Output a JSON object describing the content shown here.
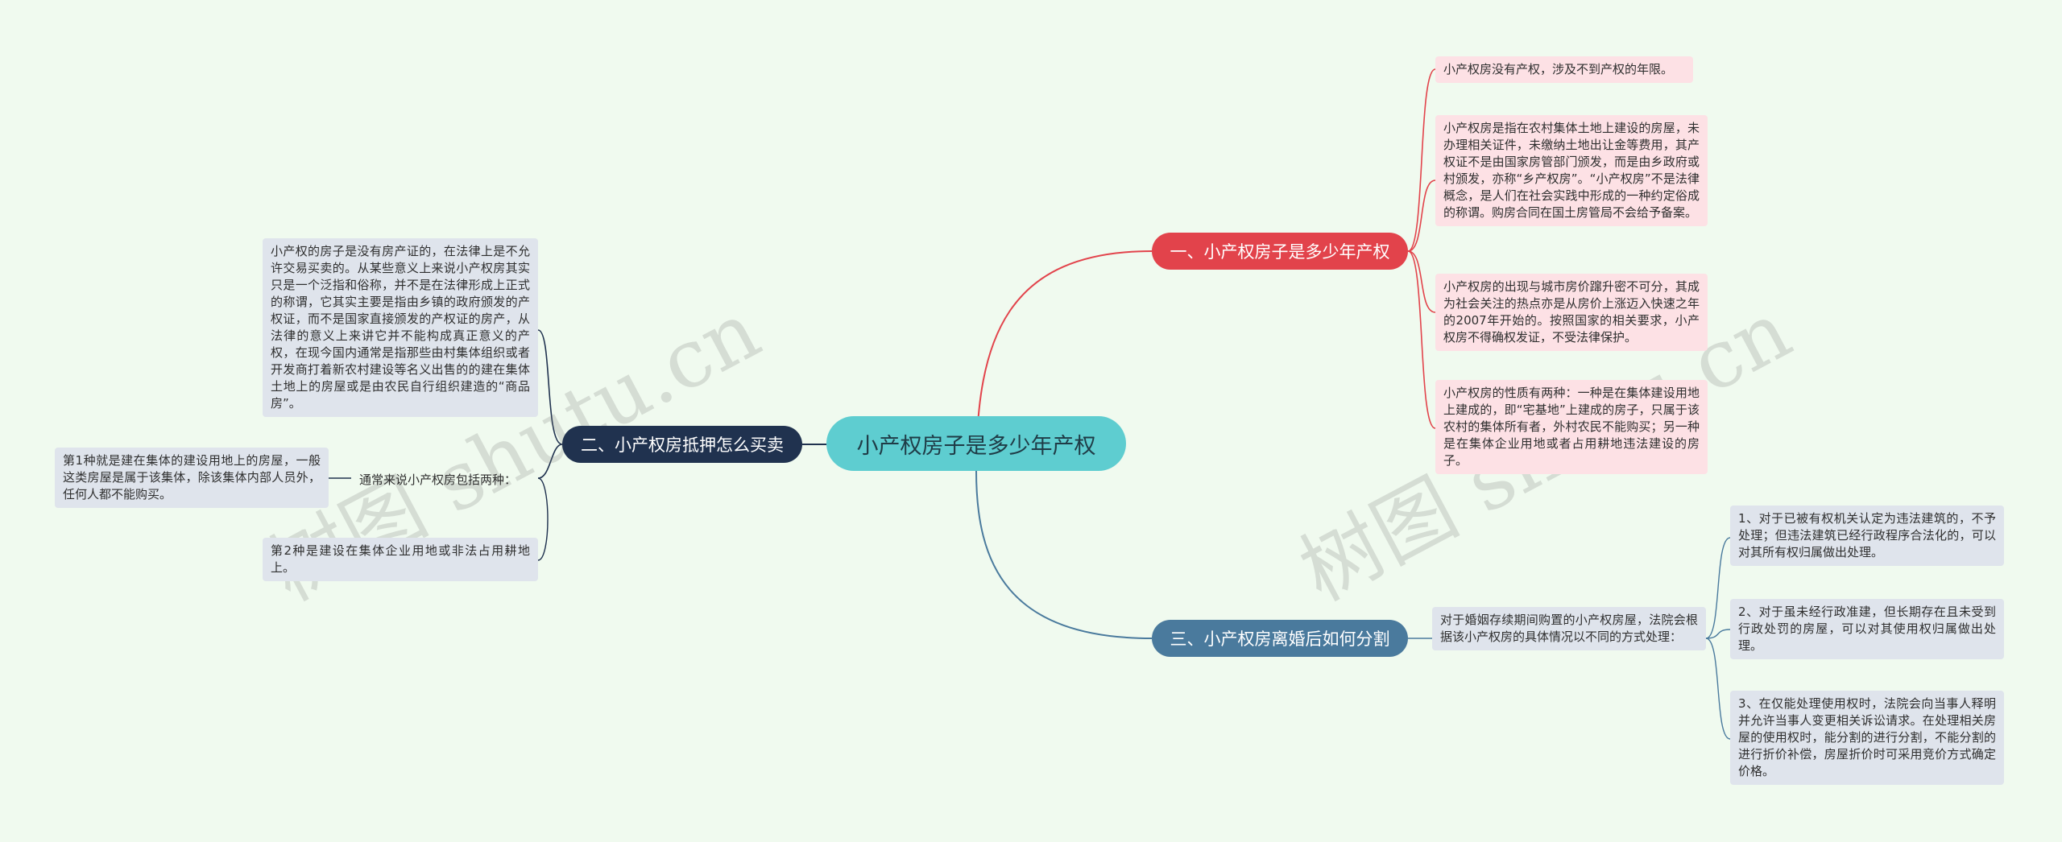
{
  "center": {
    "label": "小产权房子是多少年产权"
  },
  "branches": [
    {
      "label": "一、小产权房子是多少年产权",
      "leaves": [
        "小产权房没有产权，涉及不到产权的年限。",
        "小产权房是指在农村集体土地上建设的房屋，未办理相关证件，未缴纳土地出让金等费用，其产权证不是由国家房管部门颁发，而是由乡政府或村颁发，亦称“乡产权房”。“小产权房”不是法律概念，是人们在社会实践中形成的一种约定俗成的称谓。购房合同在国土房管局不会给予备案。",
        "小产权房的出现与城市房价蹿升密不可分，其成为社会关注的热点亦是从房价上涨迈入快速之年的2007年开始的。按照国家的相关要求，小产权房不得确权发证，不受法律保护。",
        "小产权房的性质有两种：一种是在集体建设用地上建成的，即“宅基地”上建成的房子，只属于该农村的集体所有者，外村农民不能购买；另一种是在集体企业用地或者占用耕地违法建设的房子。"
      ]
    },
    {
      "label": "二、小产权房抵押怎么买卖",
      "leaves": [
        "小产权的房子是没有房产证的，在法律上是不允许交易买卖的。从某些意义上来说小产权房其实只是一个泛指和俗称，并不是在法律形成上正式的称谓，它其实主要是指由乡镇的政府颁发的产权证，而不是国家直接颁发的产权证的房产，从法律的意义上来讲它并不能构成真正意义的产权，在现今国内通常是指那些由村集体组织或者开发商打着新农村建设等名义出售的的建在集体土地上的房屋或是由农民自行组织建造的“商品房”。"
      ],
      "middle": {
        "label": "通常来说小产权房包括两种：",
        "leaves": [
          "第1种就是建在集体的建设用地上的房屋，一般这类房屋是属于该集体，除该集体内部人员外，任何人都不能购买。",
          "第2种是建设在集体企业用地或非法占用耕地上。"
        ]
      }
    },
    {
      "label": "三、小产权房离婚后如何分割",
      "middle": {
        "label": "对于婚姻存续期间购置的小产权房屋，法院会根据该小产权房的具体情况以不同的方式处理：",
        "leaves": [
          "1、对于已被有权机关认定为违法建筑的，不予处理；但违法建筑已经行政程序合法化的，可以对其所有权归属做出处理。",
          "2、对于虽未经行政准建，但长期存在且未受到行政处罚的房屋，可以对其使用权归属做出处理。",
          "3、在仅能处理使用权时，法院会向当事人释明并允许当事人变更相关诉讼请求。在处理相关房屋的使用权时，能分割的进行分割，不能分割的进行折价补偿，房屋折价时可采用竞价方式确定价格。"
        ]
      }
    }
  ],
  "watermark": {
    "text": "树图 shutu.cn"
  },
  "colors": {
    "background": "#f0faef",
    "center": "#5ecdd0",
    "branch1": "#e2434b",
    "branch2": "#20324f",
    "branch3": "#4a7a9d",
    "pink_leaf": "#fde1e5",
    "gray_leaf": "#dfe4ec"
  }
}
